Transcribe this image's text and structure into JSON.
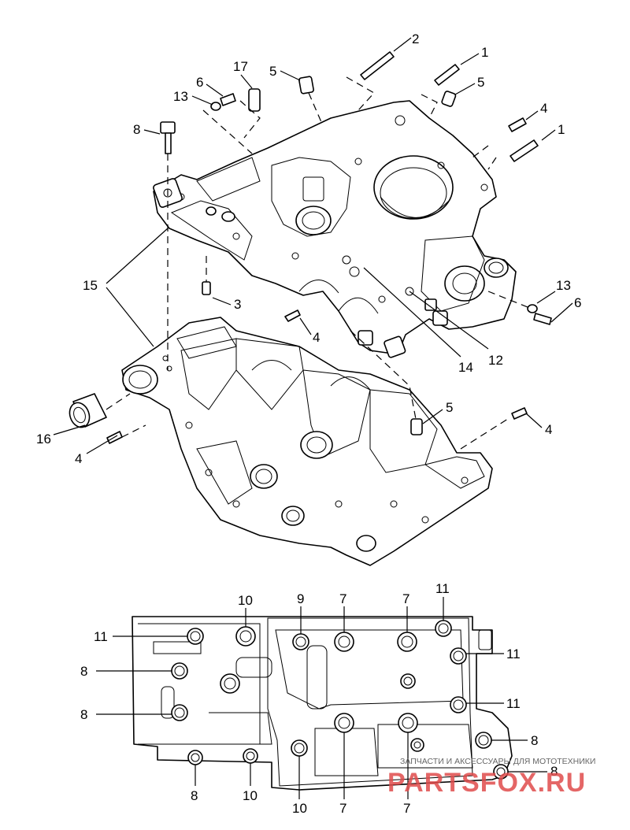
{
  "callouts": {
    "c1": "1",
    "c1b": "1",
    "c2": "2",
    "c3": "3",
    "c4a": "4",
    "c4b": "4",
    "c4c": "4",
    "c4d": "4",
    "c5a": "5",
    "c5b": "5",
    "c5c": "5",
    "c6a": "6",
    "c6b": "6",
    "c8a": "8",
    "c12": "12",
    "c13a": "13",
    "c13b": "13",
    "c14": "14",
    "c15": "15",
    "c16": "16",
    "c17": "17"
  },
  "bottom_callouts": {
    "b10top": "10",
    "b9": "9",
    "b7a": "7",
    "b7b": "7",
    "b11top": "11",
    "b11left": "11",
    "b11r1": "11",
    "b11r2": "11",
    "b8a": "8",
    "b8b": "8",
    "b8r1": "8",
    "b8r2": "8",
    "b8bot": "8",
    "b10bot1": "10",
    "b10bot2": "10",
    "b7bot1": "7",
    "b7bot2": "7"
  },
  "watermark": {
    "tagline": "ЗАПЧАСТИ И АКСЕССУАРЫ ДЛЯ МОТОТЕХНИКИ",
    "brand": "PARTSFOX.RU"
  },
  "colors": {
    "ink": "#000000",
    "watermark": "#e04c4c",
    "tagline": "#666666"
  }
}
